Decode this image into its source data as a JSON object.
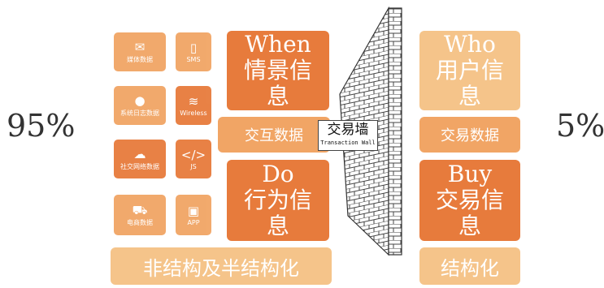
{
  "left_percent": "95%",
  "right_percent": "5%",
  "tiles": [
    {
      "icon_name": "chat-icon",
      "glyph": "✉",
      "label": "媒体数据"
    },
    {
      "icon_name": "phone-icon",
      "glyph": "▯",
      "label": "SMS"
    },
    {
      "icon_name": "tomato-icon",
      "glyph": "●",
      "label": "系统日志数据"
    },
    {
      "icon_name": "wifi-icon",
      "glyph": "≋",
      "label": "Wireless"
    },
    {
      "icon_name": "wechat-icon",
      "glyph": "☁",
      "label": "社交网络数据"
    },
    {
      "icon_name": "code-icon",
      "glyph": "</>",
      "label": "JS"
    },
    {
      "icon_name": "cart-icon",
      "glyph": "⛟",
      "label": "电商数据"
    },
    {
      "icon_name": "image-icon",
      "glyph": "▣",
      "label": "APP"
    }
  ],
  "left_blocks": {
    "when": {
      "title": "When",
      "text": "情景信息"
    },
    "interaction": "交互数据",
    "do": {
      "title": "Do",
      "text": "行为信息"
    },
    "bottom": "非结构及半结构化"
  },
  "wall": {
    "title": "交易墙",
    "subtitle": "Transaction Wall"
  },
  "right_blocks": {
    "who": {
      "title": "Who",
      "text": "用户信息"
    },
    "transaction": "交易数据",
    "buy": {
      "title": "Buy",
      "text": "交易信息"
    },
    "bottom": "结构化"
  },
  "colors": {
    "dark": "#e77b3c",
    "medium": "#f1a565",
    "light": "#f5c48a",
    "brick": "#ffffff",
    "mortar": "#444444"
  }
}
